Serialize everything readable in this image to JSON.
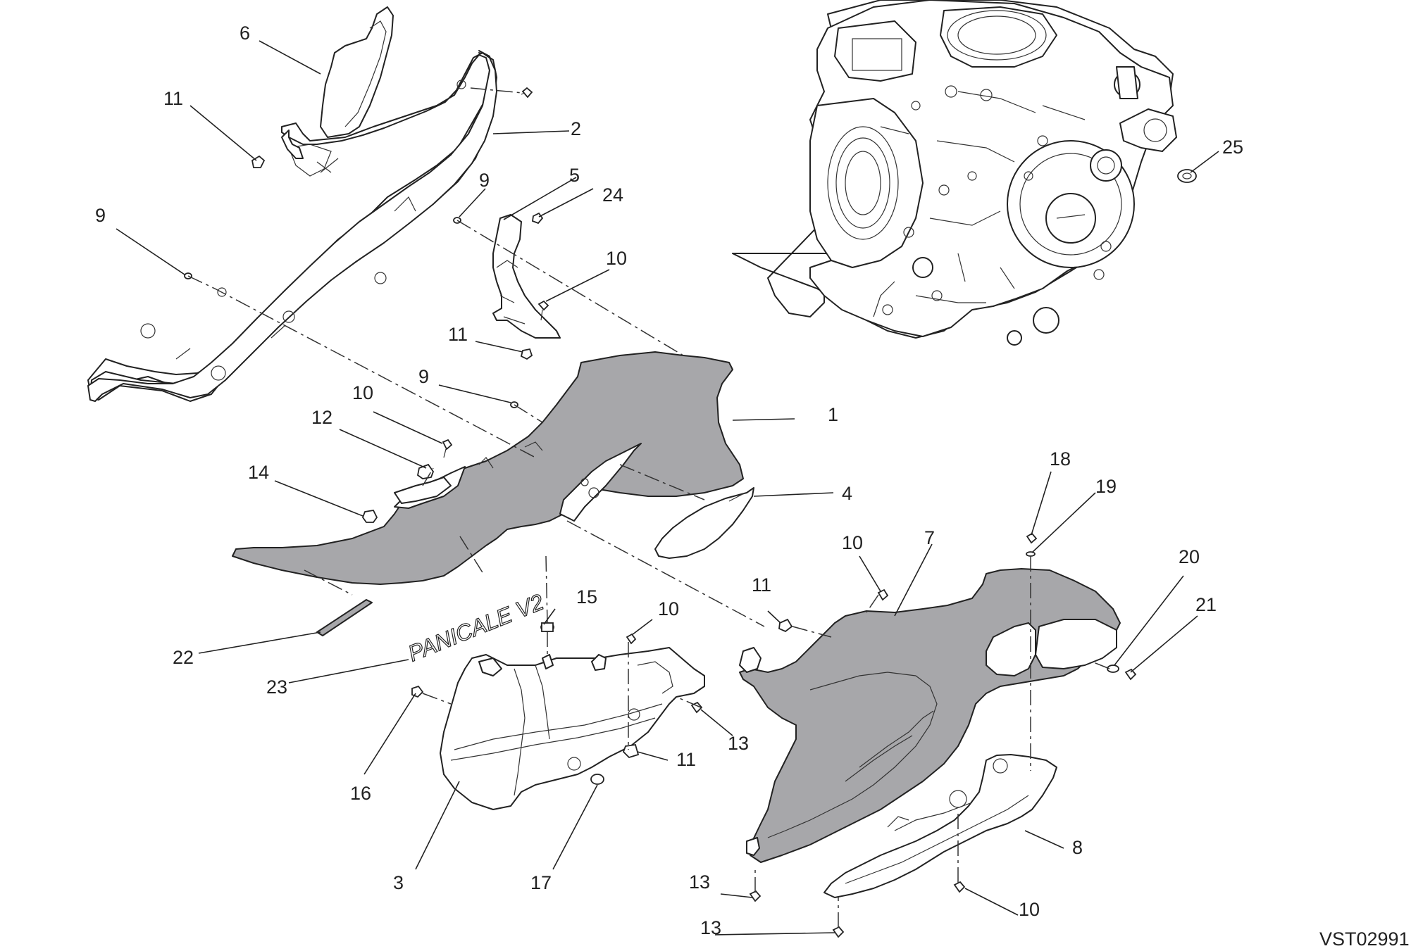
{
  "diagram": {
    "ref_code": "VST02991",
    "logo_text": "PANICALE V2",
    "labels": {
      "l1": "1",
      "l2": "2",
      "l3": "3",
      "l4": "4",
      "l5": "5",
      "l6": "6",
      "l7": "7",
      "l8": "8",
      "l9a": "9",
      "l9b": "9",
      "l9c": "9",
      "l10a": "10",
      "l10b": "10",
      "l10c": "10",
      "l10d": "10",
      "l10e": "10",
      "l11a": "11",
      "l11b": "11",
      "l11c": "11",
      "l11d": "11",
      "l12": "12",
      "l13a": "13",
      "l13b": "13",
      "l13c": "13",
      "l14": "14",
      "l15": "15",
      "l16": "16",
      "l17": "17",
      "l18": "18",
      "l19": "19",
      "l20": "20",
      "l21": "21",
      "l22": "22",
      "l23": "23",
      "l24": "24",
      "l25": "25"
    }
  }
}
